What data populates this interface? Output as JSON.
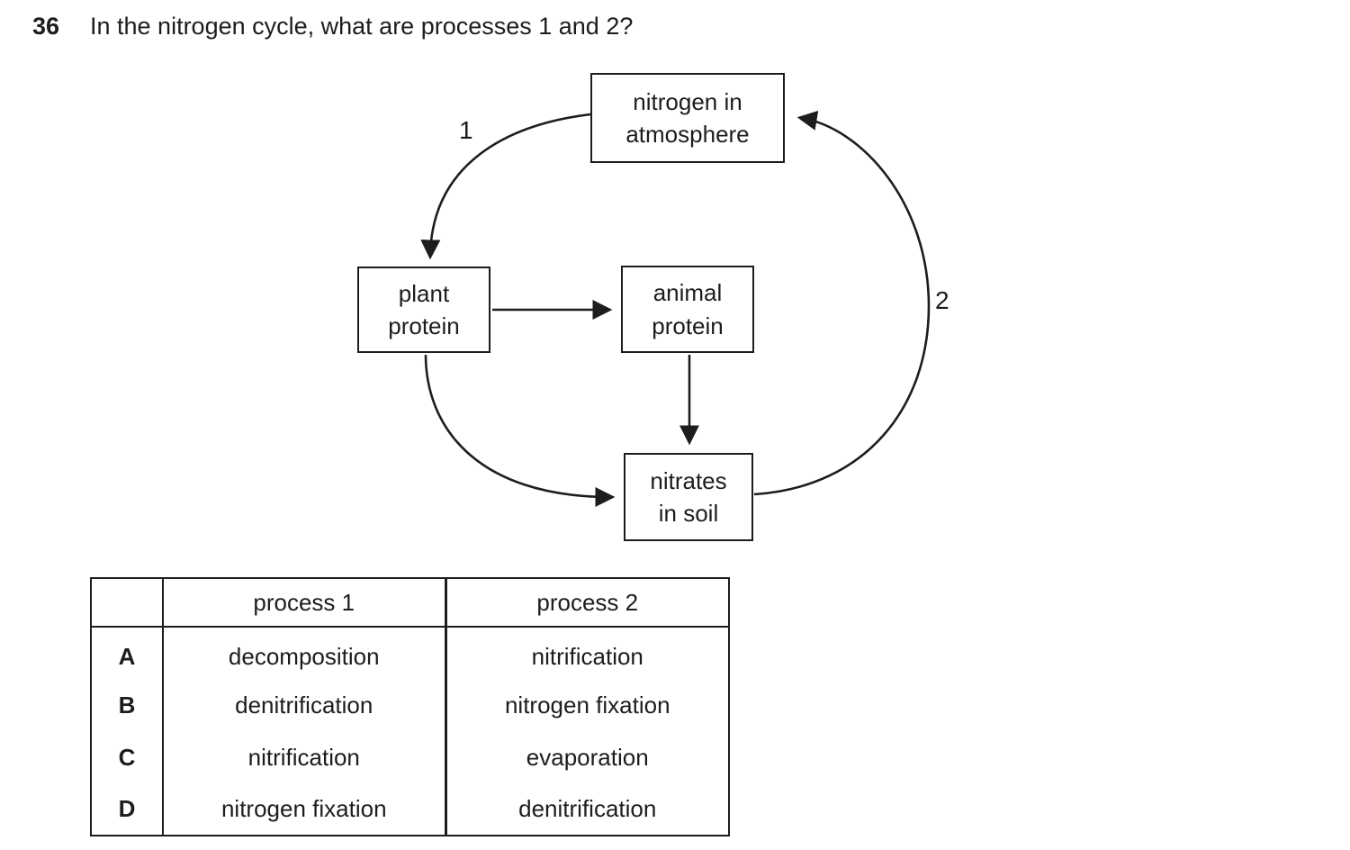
{
  "question": {
    "number": "36",
    "text": "In the nitrogen cycle, what are processes 1 and 2?"
  },
  "diagram": {
    "boxes": {
      "atmosphere": "nitrogen in\natmosphere",
      "plant": "plant\nprotein",
      "animal": "animal\nprotein",
      "nitrates": "nitrates\nin soil"
    },
    "labels": {
      "process1": "1",
      "process2": "2"
    },
    "edges": [
      {
        "from": "nitrogen in atmosphere",
        "to": "plant protein",
        "label": "1"
      },
      {
        "from": "plant protein",
        "to": "animal protein",
        "label": ""
      },
      {
        "from": "animal protein",
        "to": "nitrates in soil",
        "label": ""
      },
      {
        "from": "plant protein",
        "to": "nitrates in soil",
        "label": ""
      },
      {
        "from": "nitrates in soil",
        "to": "nitrogen in atmosphere",
        "label": "2"
      }
    ]
  },
  "table": {
    "headers": {
      "corner": "",
      "process1": "process 1",
      "process2": "process 2"
    },
    "rows": [
      {
        "letter": "A",
        "process1": "decomposition",
        "process2": "nitrification"
      },
      {
        "letter": "B",
        "process1": "denitrification",
        "process2": "nitrogen fixation"
      },
      {
        "letter": "C",
        "process1": "nitrification",
        "process2": "evaporation"
      },
      {
        "letter": "D",
        "process1": "nitrogen fixation",
        "process2": "denitrification"
      }
    ]
  },
  "colors": {
    "ink": "#1d1d1d",
    "background": "#ffffff"
  }
}
